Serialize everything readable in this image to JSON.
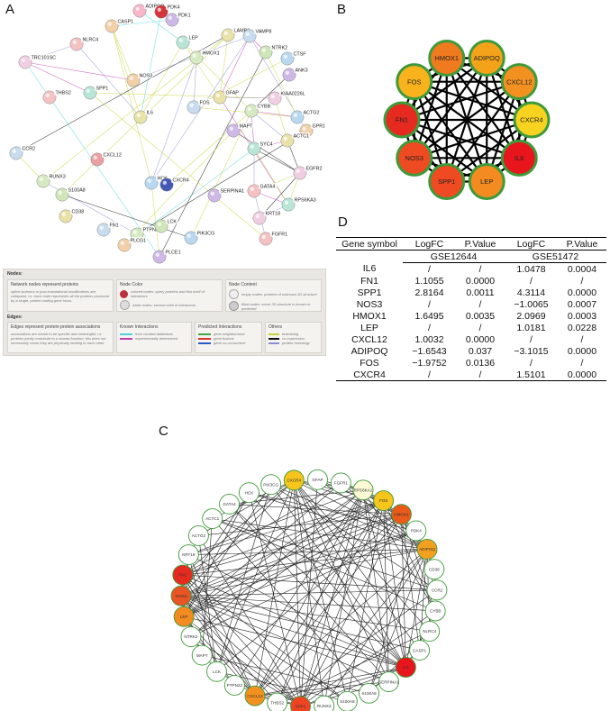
{
  "panels": {
    "a": "A",
    "b": "B",
    "c": "C",
    "d": "D"
  },
  "panelA": {
    "nodes": [
      "ADIPOQ",
      "PDK4",
      "CASP1",
      "PDK1",
      "NLRC4",
      "LEP",
      "LAMP3",
      "VAMP8",
      "TRC101SC",
      "HMOX1",
      "NTRK2",
      "CTSF",
      "NOS3",
      "ANK3",
      "THBS2",
      "SPP1",
      "GFAP",
      "FOS",
      "KIAA0226L",
      "CYBB",
      "IL6",
      "ACTG2",
      "GPR18",
      "MAPT",
      "CXCL12",
      "SYC4",
      "ACTC1",
      "CCR2",
      "EGFR2",
      "RUNX3",
      "S100A8",
      "HCK",
      "CXCR4",
      "SERPINA1",
      "GATA4",
      "RPS6KA3",
      "CD38",
      "FN1",
      "KRT18",
      "PTPN22",
      "LCK",
      "PIK3CG",
      "PLCG1",
      "PLCE1",
      "FGFR1"
    ],
    "legend": {
      "nodes_title": "Nodes:",
      "nodes_desc_title": "Network nodes represent proteins",
      "nodes_desc": "splice isoforms or post-translational modifications are collapsed, i.e. each node represents all the proteins produced by a single, protein-coding gene locus.",
      "node_color_title": "Node Color",
      "colored_nodes": "colored nodes: query proteins and first shell of interactors",
      "white_nodes": "white nodes: second shell of interactors",
      "node_content_title": "Node Content",
      "empty_nodes": "empty nodes: proteins of unknown 3D structure",
      "filled_nodes": "filled nodes: some 3D structure is known or predicted",
      "edges_title": "Edges:",
      "edges_desc_title": "Edges represent protein-protein associations",
      "edges_desc": "associations are meant to be specific and meaningful, i.e. proteins jointly contribute to a shared function; this does not necessarily mean they are physically binding to each other.",
      "known_title": "Known Interactions",
      "known_1": "from curated databases",
      "known_2": "experimentally determined",
      "predicted_title": "Predicted Interactions",
      "pred_1": "gene neighborhood",
      "pred_2": "gene fusions",
      "pred_3": "gene co-occurrence",
      "others_title": "Others",
      "oth_1": "textmining",
      "oth_2": "co-expression",
      "oth_3": "protein homology"
    }
  },
  "panelB": {
    "nodes": [
      {
        "label": "HMOX1",
        "color": "#f07a1e"
      },
      {
        "label": "ADIPOQ",
        "color": "#f5a21b"
      },
      {
        "label": "CXCL12",
        "color": "#f29020"
      },
      {
        "label": "CXCR4",
        "color": "#f7d21e"
      },
      {
        "label": "IL6",
        "color": "#e8161c"
      },
      {
        "label": "LEP",
        "color": "#f38b21"
      },
      {
        "label": "SPP1",
        "color": "#ef4a22"
      },
      {
        "label": "NOS3",
        "color": "#ef4b22"
      },
      {
        "label": "FN1",
        "color": "#e72a1f"
      },
      {
        "label": "FOS",
        "color": "#f8b21c"
      }
    ]
  },
  "panelC": {
    "nodes": [
      {
        "label": "RPS6KA1",
        "color": "#fdfbd6"
      },
      {
        "label": "FOS",
        "color": "#f7c51b"
      },
      {
        "label": "HMOX1",
        "color": "#eb5a1a"
      },
      {
        "label": "PDK4",
        "color": "#ffffff"
      },
      {
        "label": "ADIPOQ",
        "color": "#f3a020"
      },
      {
        "label": "CD38",
        "color": "#ffffff"
      },
      {
        "label": "CCR2",
        "color": "#ffffff"
      },
      {
        "label": "CYBB",
        "color": "#ffffff"
      },
      {
        "label": "NLRC4",
        "color": "#ffffff"
      },
      {
        "label": "CASP1",
        "color": "#ffffff"
      },
      {
        "label": "IL6",
        "color": "#e8161c"
      },
      {
        "label": "SERPINA1",
        "color": "#ffffff"
      },
      {
        "label": "S100A8",
        "color": "#ffffff"
      },
      {
        "label": "S100A8",
        "color": "#ffffff"
      },
      {
        "label": "RUNX3",
        "color": "#ffffff"
      },
      {
        "label": "SPP1",
        "color": "#ef4322"
      },
      {
        "label": "THBS2",
        "color": "#ffffff"
      },
      {
        "label": "CXCL12",
        "color": "#f29020"
      },
      {
        "label": "PTPN22",
        "color": "#ffffff"
      },
      {
        "label": "LCK",
        "color": "#ffffff"
      },
      {
        "label": "MAPT",
        "color": "#ffffff"
      },
      {
        "label": "NTRK2",
        "color": "#ffffff"
      },
      {
        "label": "LEP",
        "color": "#f38b21"
      },
      {
        "label": "NOS3",
        "color": "#ea5424"
      },
      {
        "label": "FN1",
        "color": "#e72a1f"
      },
      {
        "label": "KRT18",
        "color": "#ffffff"
      },
      {
        "label": "ACTG2",
        "color": "#ffffff"
      },
      {
        "label": "ACTC1",
        "color": "#ffffff"
      },
      {
        "label": "GATA4",
        "color": "#ffffff"
      },
      {
        "label": "HCK",
        "color": "#ffffff"
      },
      {
        "label": "PIK3CG",
        "color": "#ffffff"
      },
      {
        "label": "CXCR4",
        "color": "#f7c51b"
      },
      {
        "label": "GFAP",
        "color": "#ffffff"
      },
      {
        "label": "FGFR1",
        "color": "#ffffff"
      }
    ]
  },
  "tableD": {
    "headers": [
      "Gene symbol",
      "LogFC",
      "P.Value",
      "LogFC",
      "P.Value"
    ],
    "groups": [
      "GSE12644",
      "GSE51472"
    ],
    "rows": [
      [
        "IL6",
        "/",
        "/",
        "1.0478",
        "0.0004"
      ],
      [
        "FN1",
        "1.1055",
        "0.0000",
        "/",
        "/"
      ],
      [
        "SPP1",
        "2.8164",
        "0.0011",
        "4.3114",
        "0.0000"
      ],
      [
        "NOS3",
        "/",
        "/",
        "−1.0065",
        "0.0007"
      ],
      [
        "HMOX1",
        "1.6495",
        "0.0035",
        "2.0969",
        "0.0003"
      ],
      [
        "LEP",
        "/",
        "/",
        "1.0181",
        "0.0228"
      ],
      [
        "CXCL12",
        "1.0032",
        "0.0000",
        "/",
        "/"
      ],
      [
        "ADIPOQ",
        "−1.6543",
        "0.037",
        "−3.1015",
        "0.0000"
      ],
      [
        "FOS",
        "−1.9752",
        "0.0136",
        "/",
        "/"
      ],
      [
        "CXCR4",
        "/",
        "/",
        "1.5101",
        "0.0000"
      ]
    ]
  }
}
